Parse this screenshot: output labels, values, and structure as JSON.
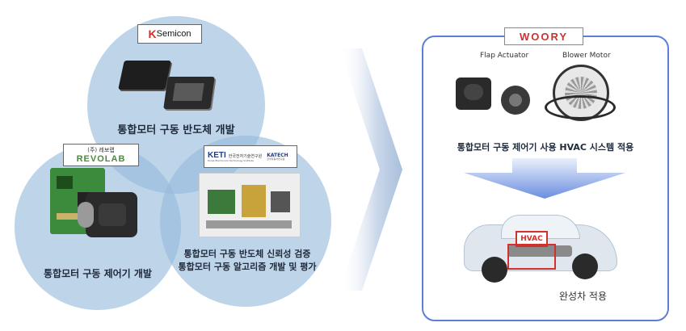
{
  "companies": {
    "semicon": {
      "logo_mark": "K",
      "logo_text": "Semicon"
    },
    "revolab": {
      "korean_name": "(주) 레보랩",
      "logo_text": "REVOLAB"
    },
    "keti": {
      "logo_text": "KETI",
      "korean_name": "한국전자기술연구원",
      "english_name": "Korea Electronics Technology Institute"
    },
    "katech": {
      "logo_text": "KATECH",
      "korean_name": "한국자동차연구원"
    },
    "woory": {
      "logo_text": "WOORY"
    }
  },
  "circles": {
    "top_label": "통합모터 구동 반도체 개발",
    "left_label": "통합모터 구동 제어기 개발",
    "right_label_1": "통합모터 구동 반도체 신뢰성 검증",
    "right_label_2": "통합모터 구동 알고리즘 개발 및 평가"
  },
  "right_panel": {
    "flap_caption": "Flap Actuator",
    "blower_caption": "Blower Motor",
    "system_label": "통합모터 구동 제어기 사용 HVAC 시스템 적용",
    "hvac_tag": "HVAC",
    "vehicle_label": "완성차 적용"
  },
  "colors": {
    "circle_fill": "#96badc",
    "panel_border": "#5b7fd6",
    "arrow_blue": "#6a8ee0",
    "logo_red": "#d0312d"
  }
}
